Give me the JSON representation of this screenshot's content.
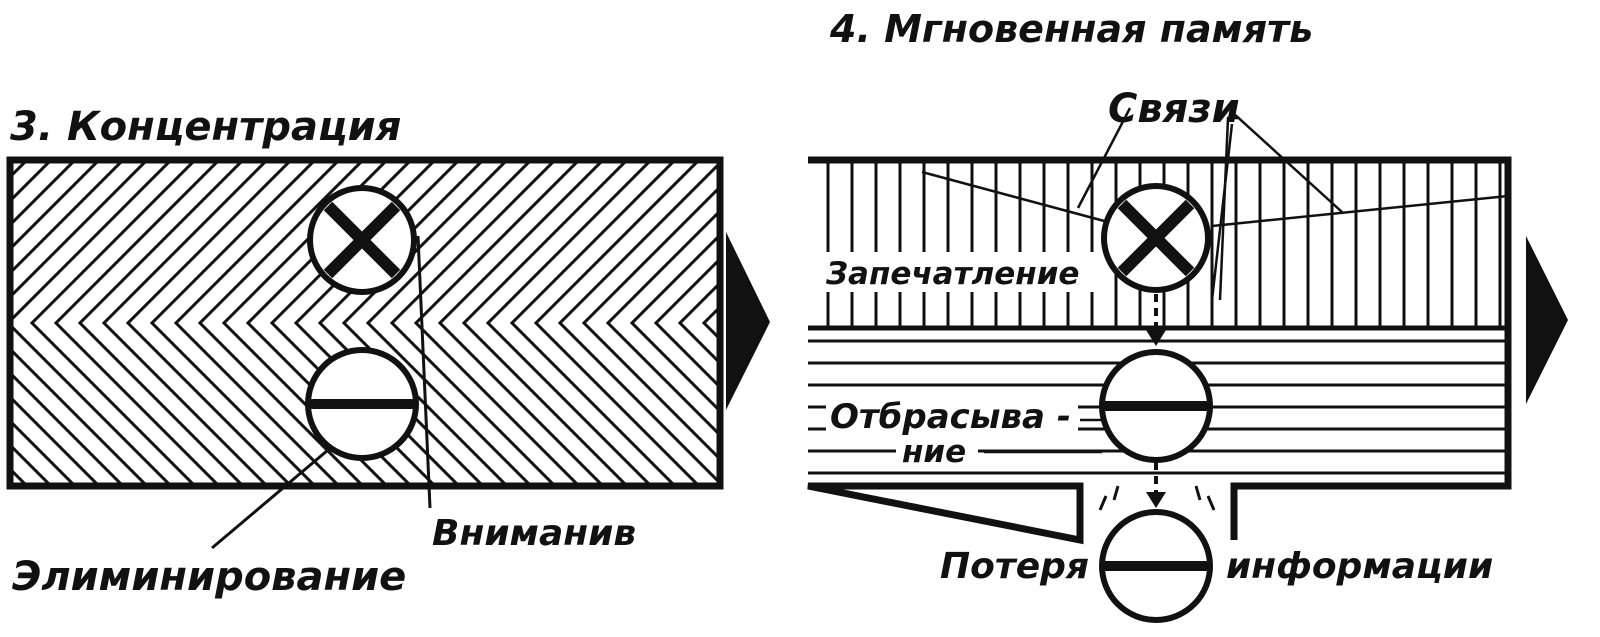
{
  "panel3": {
    "title": "3. Концентрация",
    "label_attention": "Вниманив",
    "label_elimination": "Элиминирование"
  },
  "panel4": {
    "title": "4. Мгновенная  память",
    "label_links": "Связи",
    "label_impression": "Запечатление",
    "label_discard_1": "Отбрасыва -",
    "label_discard_2": "ние",
    "label_loss_1": "Потеря",
    "label_loss_2": "информации"
  },
  "colors": {
    "ink": "#111111",
    "paper": "#ffffff"
  }
}
